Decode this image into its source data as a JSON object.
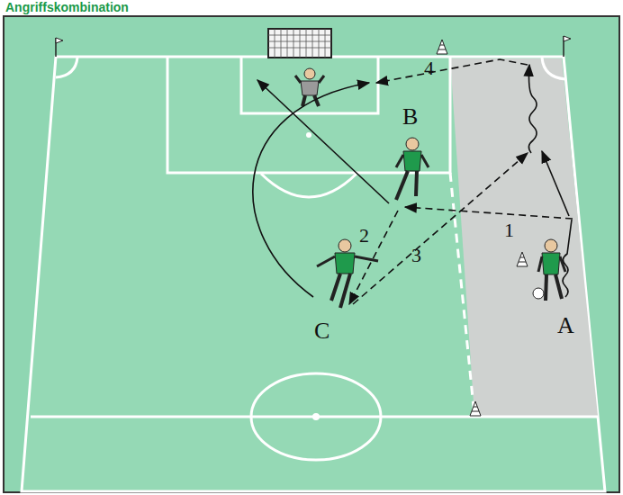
{
  "diagram": {
    "title": "Angriffskombination",
    "labels": [
      "A",
      "B",
      "C",
      "1",
      "2",
      "3",
      "4"
    ]
  }
}
